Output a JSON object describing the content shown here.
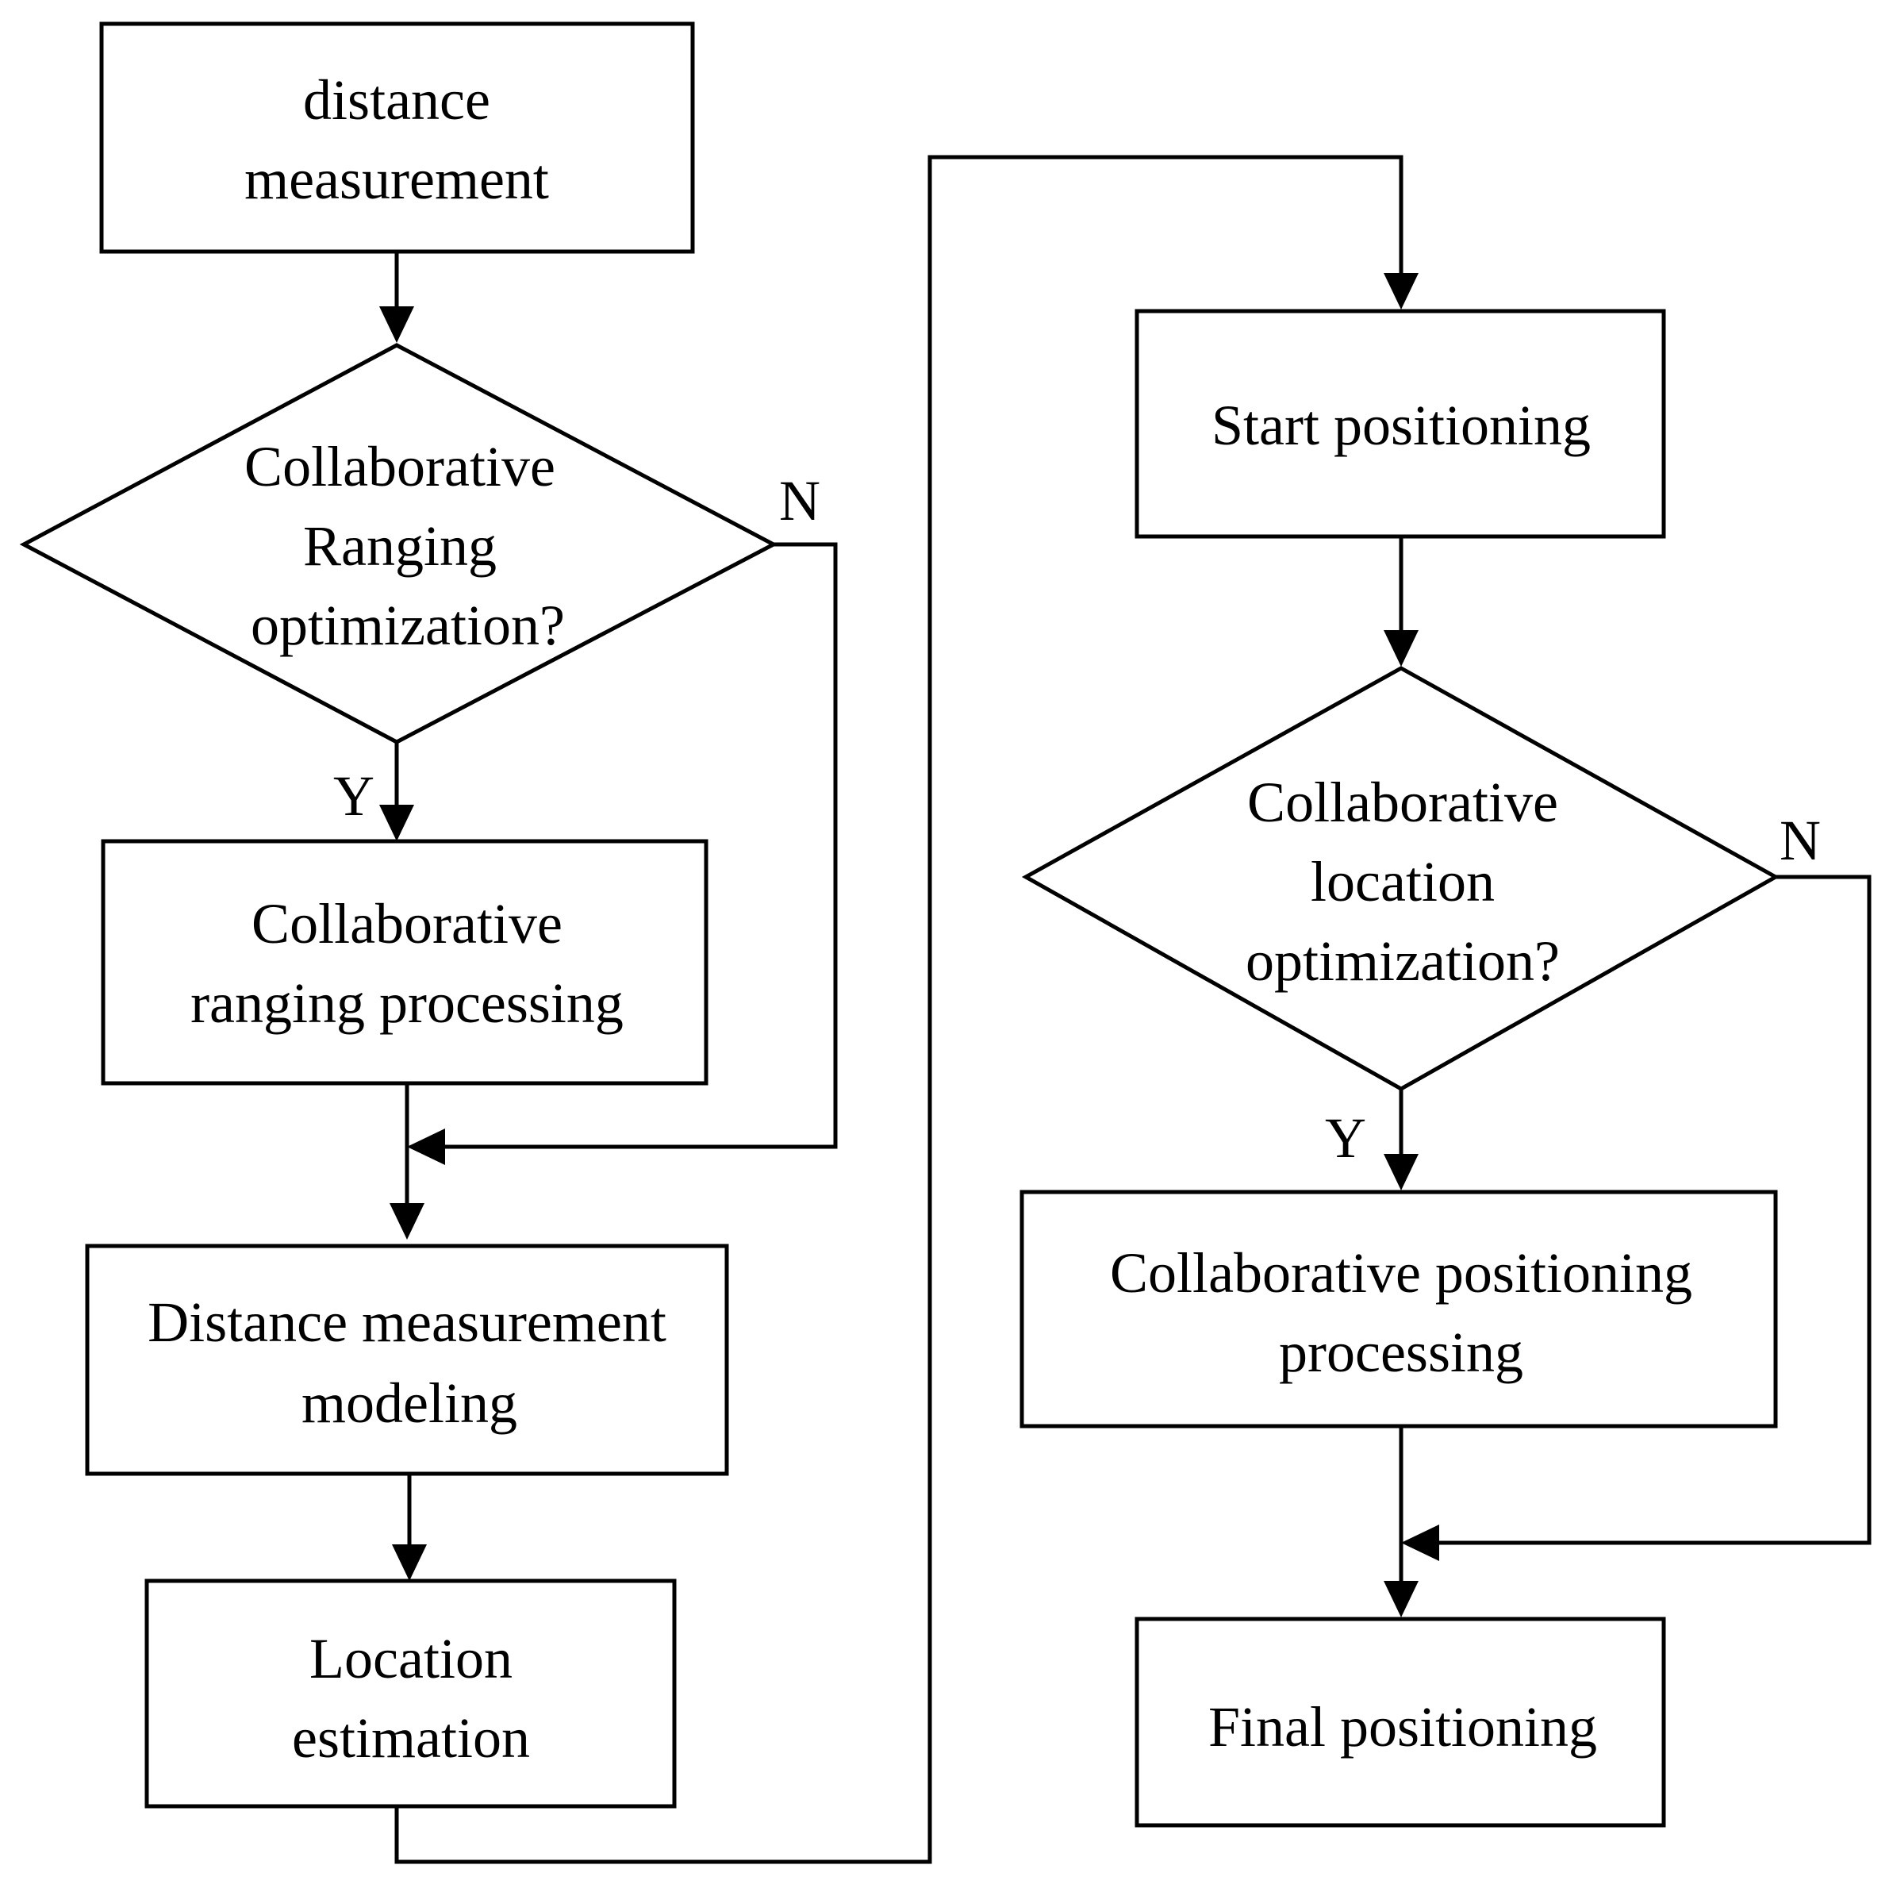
{
  "nodes": {
    "distance_measurement": [
      "distance",
      "measurement"
    ],
    "ranging_decision": [
      "Collaborative",
      "Ranging",
      "optimization?"
    ],
    "ranging_processing": [
      "Collaborative",
      "ranging processing"
    ],
    "measurement_modeling": [
      "Distance measurement",
      "modeling"
    ],
    "location_estimation": [
      "Location",
      "estimation"
    ],
    "start_positioning": [
      "Start positioning"
    ],
    "location_decision": [
      "Collaborative",
      "location",
      "optimization?"
    ],
    "positioning_processing": [
      "Collaborative positioning",
      "processing"
    ],
    "final_positioning": [
      "Final positioning"
    ]
  },
  "branch_labels": {
    "ranging_no": "N",
    "ranging_yes": "Y",
    "location_no": "N",
    "location_yes": "Y"
  }
}
